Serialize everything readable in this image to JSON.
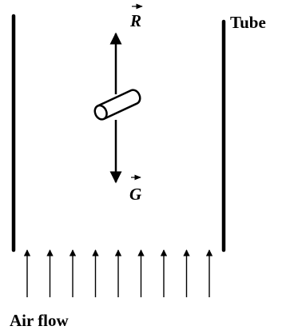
{
  "labels": {
    "tube": "Tube",
    "air_flow": "Air flow",
    "force_up": "R",
    "force_down": "G"
  },
  "airflow": {
    "arrow_count": 9
  },
  "colors": {
    "stroke": "#000000",
    "background": "#ffffff"
  }
}
